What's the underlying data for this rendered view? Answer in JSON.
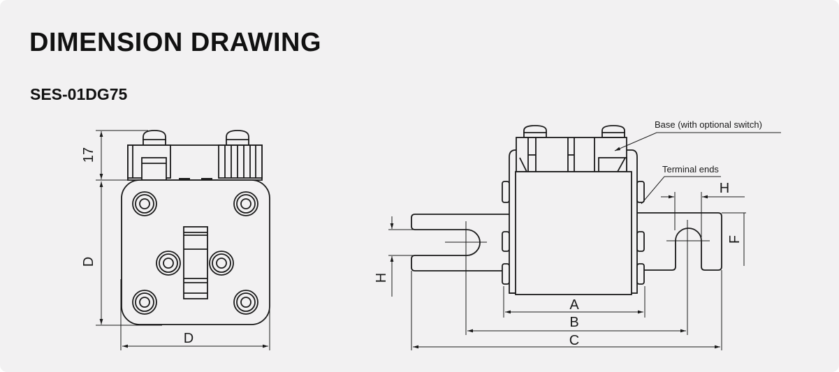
{
  "header": {
    "title": "DIMENSION DRAWING",
    "model": "SES-01DG75"
  },
  "front_view": {
    "dim_top": "17",
    "dim_height": "D",
    "dim_width": "D"
  },
  "side_view": {
    "dim_a": "A",
    "dim_b": "B",
    "dim_c": "C",
    "dim_h_left": "H",
    "dim_h_right": "H",
    "dim_f": "F",
    "callout_base": "Base (with optional switch)",
    "callout_terminal": "Terminal ends"
  },
  "colors": {
    "background": "#f2f1f2",
    "line": "#1a1a1a"
  }
}
